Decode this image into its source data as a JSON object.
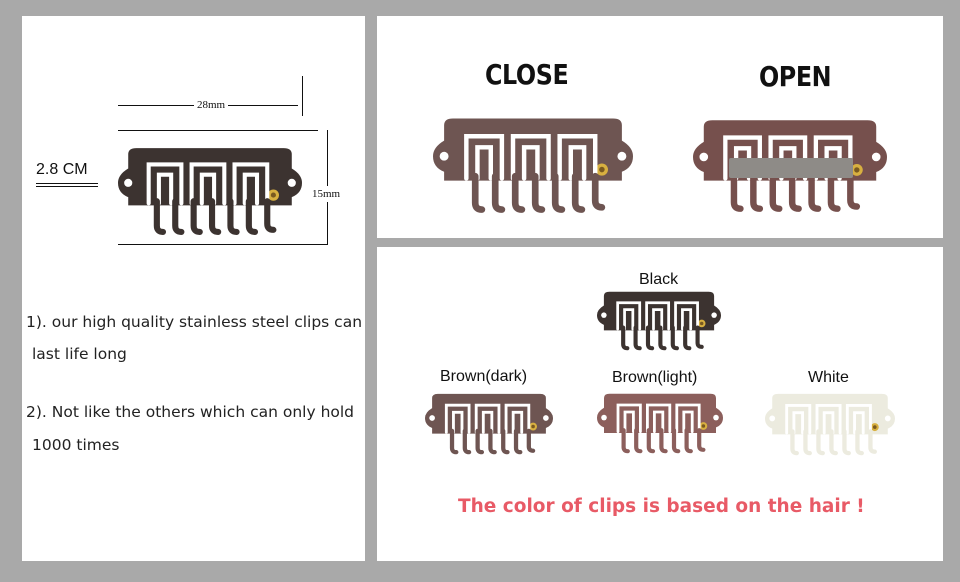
{
  "dimensions": {
    "width_label": "28mm",
    "height_label": "15mm",
    "cm_label": "2.8 CM"
  },
  "description": {
    "point1_line1": "1). our high quality stainless steel clips can",
    "point1_line2": "last life long",
    "point2_line1": "2). Not like the others which can only hold",
    "point2_line2": "1000 times"
  },
  "states": {
    "close_label": "CLOSE",
    "open_label": "OPEN"
  },
  "colors": {
    "black_label": "Black",
    "brown_dark_label": "Brown(dark)",
    "brown_light_label": "Brown(light)",
    "white_label": "White",
    "note": "The color of clips is based on the hair !"
  },
  "clip_colors": {
    "black": "#3c3330",
    "brown_dark": "#6e5552",
    "brown_light": "#8c5f5c",
    "white": "#ecebdf",
    "note_red": "#e85a66"
  }
}
